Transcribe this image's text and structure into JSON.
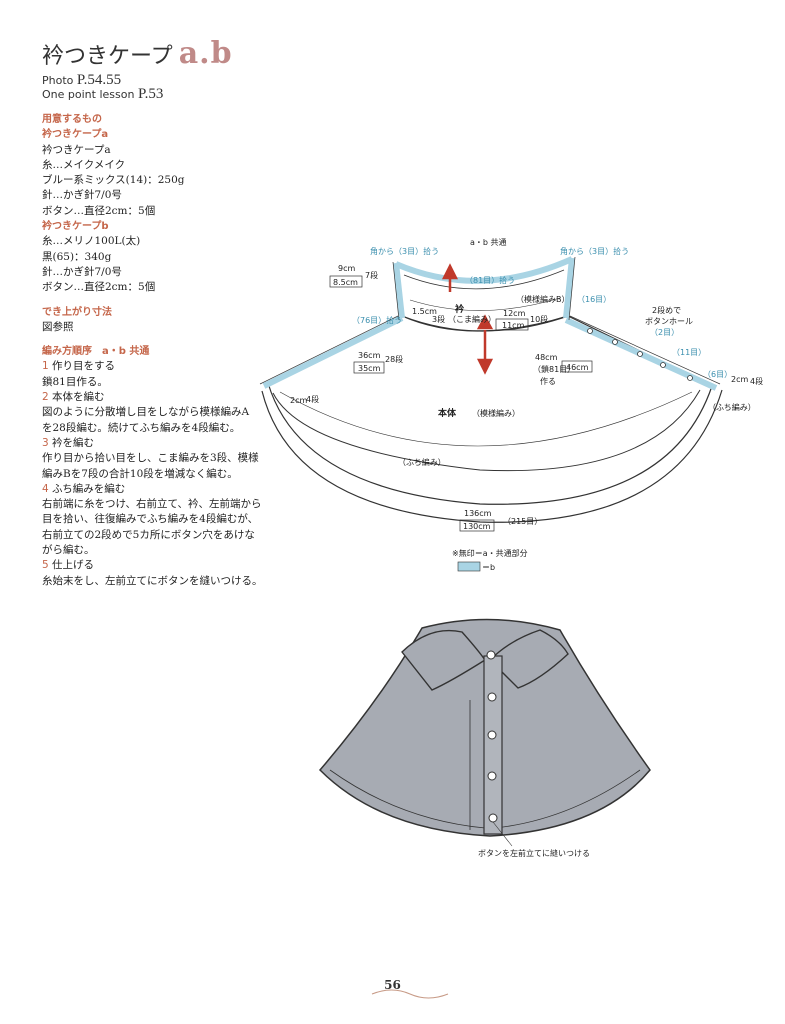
{
  "header": {
    "title": "衿つきケープ",
    "title_suffix": "a.b",
    "photo_label": "Photo",
    "photo_pages": "P.54.55",
    "lesson_label": "One point lesson",
    "lesson_page": "P.53"
  },
  "materials": {
    "heading": "用意するもの",
    "a_heading": "衿つきケープa",
    "a_lines": [
      "衿つきケープa",
      "糸…メイクメイク",
      "ブルー系ミックス(14)：250g",
      "針…かぎ針7/0号",
      "ボタン…直径2cm：5個"
    ],
    "b_heading": "衿つきケープb",
    "b_lines": [
      "糸…メリノ100L(太)",
      "黒(65)：340g",
      "針…かぎ針7/0号",
      "ボタン…直径2cm：5個"
    ]
  },
  "finished": {
    "heading": "でき上がり寸法",
    "text": "図参照"
  },
  "steps": {
    "heading": "編み方順序　a・b 共通",
    "items": [
      {
        "num": "1",
        "title": "作り目をする",
        "lines": [
          "鎖81目作る。"
        ]
      },
      {
        "num": "2",
        "title": "本体を編む",
        "lines": [
          "図のように分散増し目をしながら模様編みA",
          "を28段編む。続けてふち編みを4段編む。"
        ]
      },
      {
        "num": "3",
        "title": "衿を編む",
        "lines": [
          "作り目から拾い目をし、こま編みを3段、模様",
          "編みBを7段の合計10段を増減なく編む。"
        ]
      },
      {
        "num": "4",
        "title": "ふち編みを編む",
        "lines": [
          "右前端に糸をつけ、右前立て、衿、左前端から",
          "目を拾い、往復編みでふち編みを4段編むが、",
          "右前立ての2段めで5カ所にボタン穴をあけな",
          "がら編む。"
        ]
      },
      {
        "num": "5",
        "title": "仕上げる",
        "lines": [
          "糸始末をし、左前立てにボタンを縫いつける。"
        ]
      }
    ]
  },
  "diagram": {
    "ab_common": "a・b 共通",
    "pick_left": "角から（3目）拾う",
    "pick_right": "角から（3目）拾う",
    "collar_top_count": "（81目）拾う",
    "collar_label": "衿",
    "collar_stitch": "（こま編み）",
    "collar_pattern": "（模様編みB）",
    "collar_w_a": "12cm",
    "collar_w_b": "11cm",
    "collar_rows": "10段",
    "collar_h_a": "1.5cm",
    "collar_h_rows": "3段",
    "left_top_a": "9cm",
    "left_top_b": "8.5cm",
    "left_top_rows": "7段",
    "left_pick": "（76目）拾う",
    "right_pick": "（16目）",
    "side_a": "36cm",
    "side_b": "35cm",
    "side_rows": "28段",
    "neck_a": "48cm",
    "neck_b": "46cm",
    "neck_chain": "（鎖81目）",
    "neck_make": "作る",
    "buttonhole_1": "2段めで",
    "buttonhole_2": "ボタンホール",
    "buttonhole_count": "（2目）",
    "buttonhole_gap": "（11目）",
    "front_edge_count": "（6目）",
    "front_edge_cm": "2cm",
    "front_edge_rows": "4段",
    "edge_right": "（ふち編み）",
    "body_label": "本体",
    "body_pattern": "（模様編み）",
    "left_edge_cm": "2cm",
    "left_edge_rows": "4段",
    "hem_edge": "（ふち編み）",
    "hem_a": "136cm",
    "hem_b": "130cm",
    "hem_count": "（215目）",
    "legend_1": "※無印＝a・共通部分",
    "legend_2": "＝b",
    "button_note": "ボタンを左前立てに縫いつける"
  },
  "footer": {
    "page_number": "56"
  },
  "colors": {
    "accent": "#c5664a",
    "edge_blue": "#a9d4e4",
    "cape_gray": "#a7abb3"
  }
}
